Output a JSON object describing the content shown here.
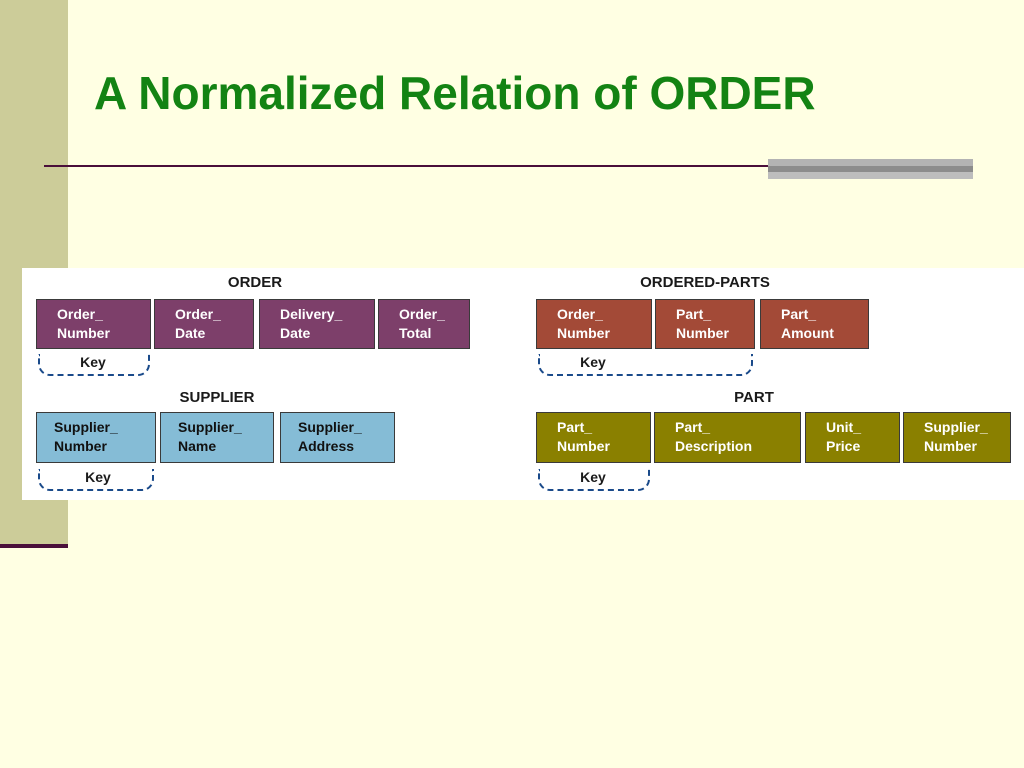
{
  "slide": {
    "title": "A Normalized Relation of ORDER"
  },
  "relations": {
    "order": {
      "name": "ORDER",
      "attributes": [
        "Order_\nNumber",
        "Order_\nDate",
        "Delivery_\nDate",
        "Order_\nTotal"
      ],
      "key_label": "Key"
    },
    "ordered_parts": {
      "name": "ORDERED-PARTS",
      "attributes": [
        "Order_\nNumber",
        "Part_\nNumber",
        "Part_\nAmount"
      ],
      "key_label": "Key"
    },
    "supplier": {
      "name": "SUPPLIER",
      "attributes": [
        "Supplier_\nNumber",
        "Supplier_\nName",
        "Supplier_\nAddress"
      ],
      "key_label": "Key"
    },
    "part": {
      "name": "PART",
      "attributes": [
        "Part_\nNumber",
        "Part_\nDescription",
        "Unit_\nPrice",
        "Supplier_\nNumber"
      ],
      "key_label": "Key"
    }
  },
  "colors": {
    "title": "#138313",
    "order": "#7d3f6a",
    "ordered_parts": "#a34a37",
    "supplier": "#85bcd6",
    "part": "#8a8000",
    "key_bracket": "#1a4a8a"
  }
}
